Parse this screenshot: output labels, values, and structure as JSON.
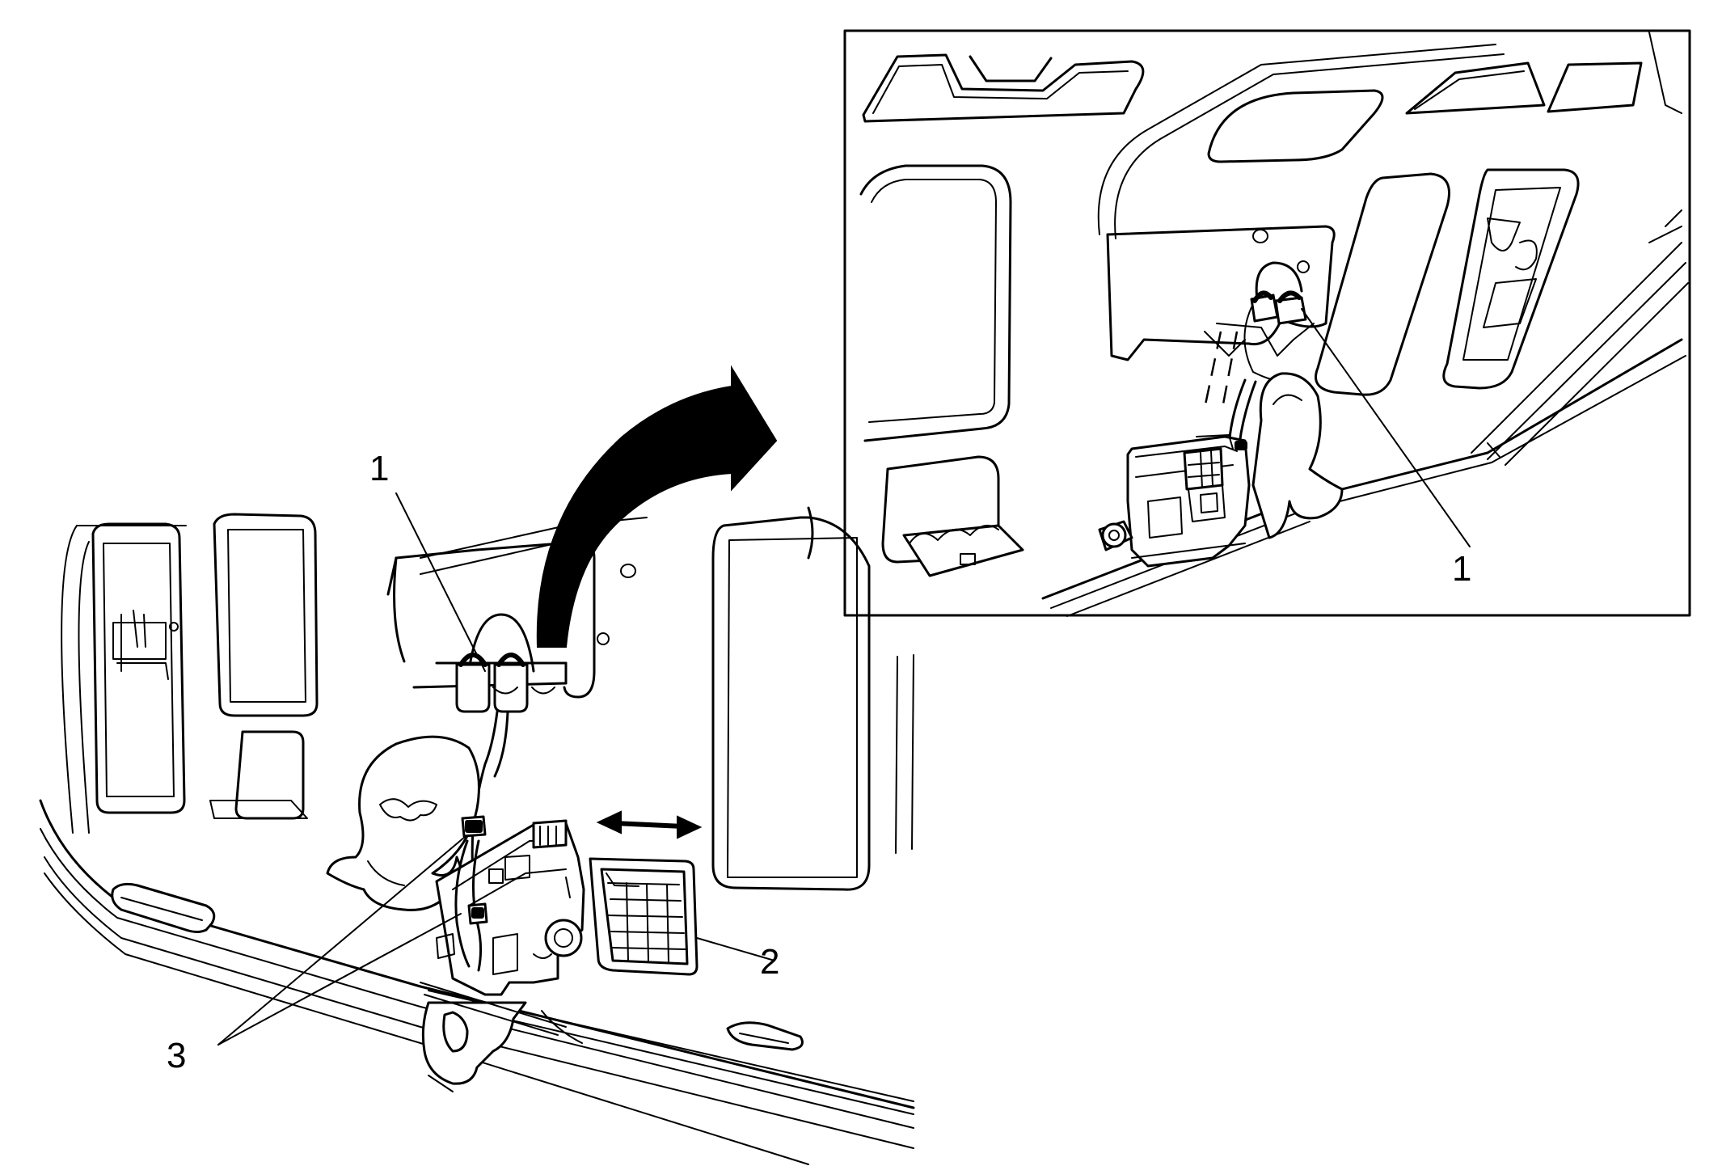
{
  "callouts": [
    {
      "id": "callout-1-main",
      "label": "1"
    },
    {
      "id": "callout-1-inset",
      "label": "1"
    },
    {
      "id": "callout-2",
      "label": "2"
    },
    {
      "id": "callout-3",
      "label": "3"
    }
  ]
}
